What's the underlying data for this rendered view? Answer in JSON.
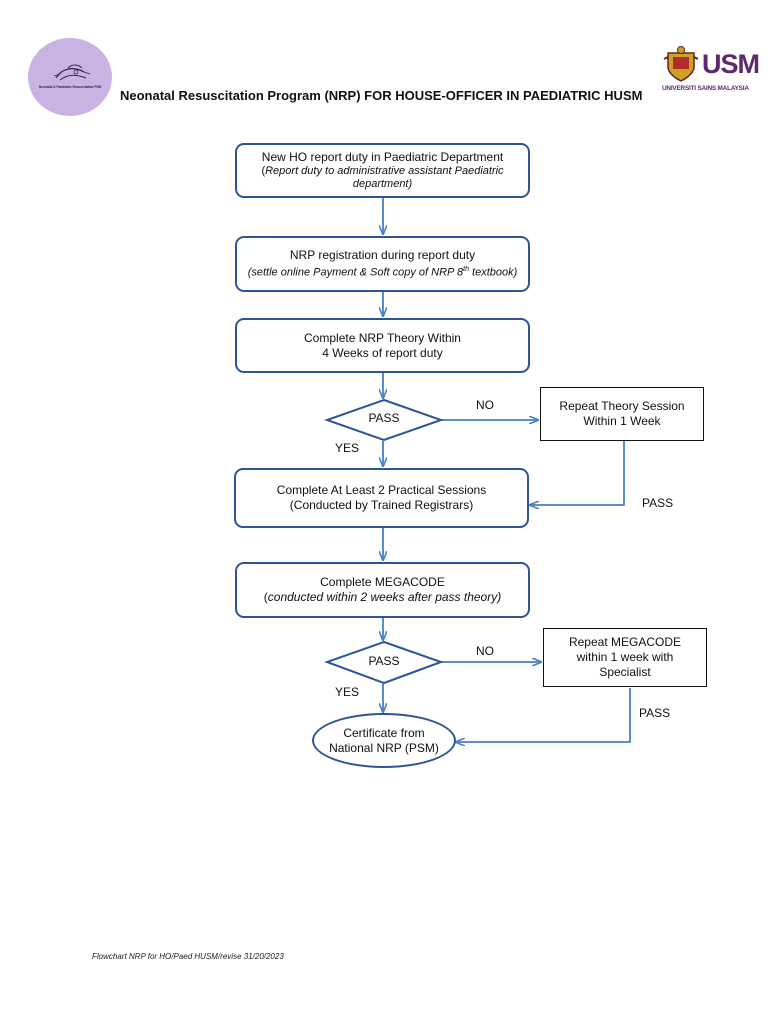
{
  "header": {
    "title": "Neonatal Resuscitation Program (NRP) FOR HOUSE-OFFICER IN PAEDIATRIC HUSM",
    "left_logo_text": "Neonatal & Paediatric Resuscitation PNN",
    "right_logo_mark": "USM",
    "right_logo_name": "UNIVERSITI SAINS MALAYSIA"
  },
  "colors": {
    "border": "#2f5597",
    "arrow": "#4a7fc1",
    "logo_bg": "#c9b3e3",
    "usm": "#5b2a6e"
  },
  "steps": {
    "report": {
      "main": "New HO report duty in Paediatric Department",
      "sub_open": "(",
      "sub": "Report duty to administrative assistant Paediatric department)"
    },
    "registration": {
      "main": "NRP registration during report duty",
      "sub_before": "(settle online Payment & Soft copy of NRP 8",
      "sub_sup": "th",
      "sub_after": " textbook)"
    },
    "theory": {
      "line1": "Complete NRP Theory Within",
      "line2": "4 Weeks of report duty"
    },
    "decision1": {
      "label": "PASS",
      "yes": "YES",
      "no": "NO"
    },
    "repeat_theory": {
      "line1": "Repeat Theory Session",
      "line2": "Within 1 Week",
      "pass": "PASS"
    },
    "practical": {
      "line1": "Complete At Least 2 Practical Sessions",
      "line2": "(Conducted by Trained Registrars)"
    },
    "megacode": {
      "line1": "Complete MEGACODE",
      "line2_open": "(",
      "line2": "conducted within 2 weeks after pass theory)"
    },
    "decision2": {
      "label": "PASS",
      "yes": "YES",
      "no": "NO"
    },
    "repeat_megacode": {
      "line1": "Repeat MEGACODE",
      "line2": "within 1 week with",
      "line3": "Specialist",
      "pass": "PASS"
    },
    "certificate": {
      "line1": "Certificate from",
      "line2": "National NRP (PSM)"
    }
  },
  "footer": {
    "text": "Flowchart NRP for HO/Paed HUSM/revise 31/20/2023"
  }
}
